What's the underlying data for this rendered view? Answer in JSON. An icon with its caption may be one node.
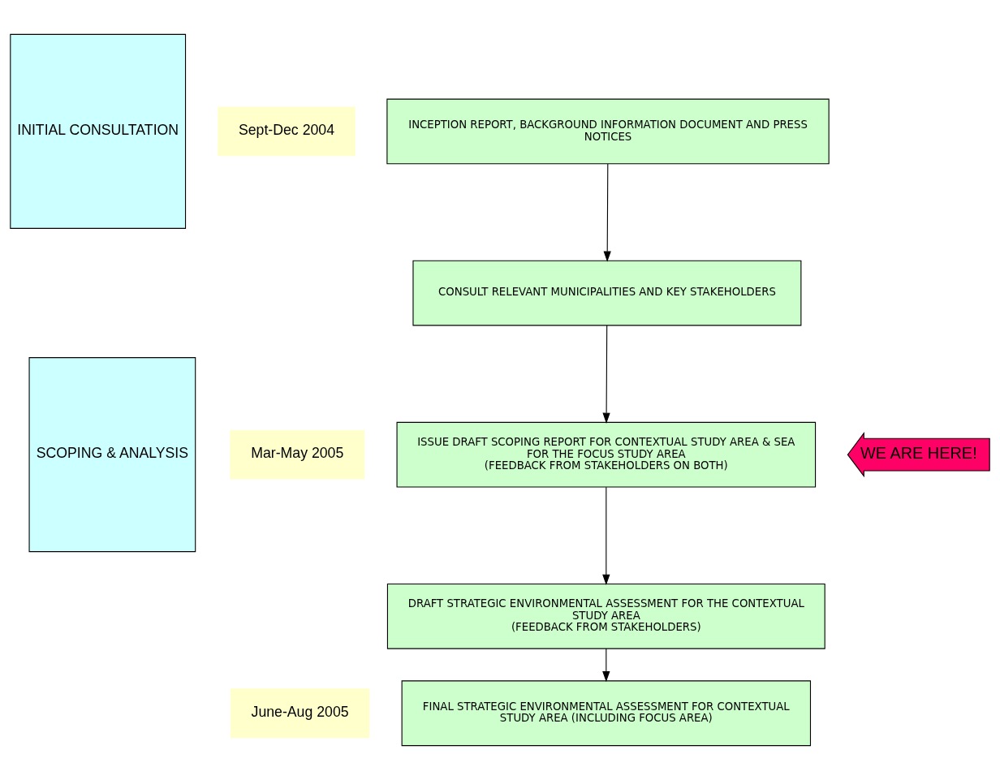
{
  "diagram": {
    "nodes": [
      {
        "text": [
          "INITIAL CONSULTATION"
        ]
      },
      {
        "text": [
          "SCOPING & ANALYSIS"
        ]
      },
      {
        "text": [
          "Sept-Dec 2004"
        ]
      },
      {
        "text": [
          "INCEPTION REPORT, BACKGROUND INFORMATION DOCUMENT AND PRESS NOTICES"
        ]
      },
      {
        "text": [
          "CONSULT RELEVANT MUNICIPALITIES AND KEY STAKEHOLDERS"
        ]
      },
      {
        "text": [
          "ISSUE DRAFT SCOPING REPORT FOR CONTEXTUAL STUDY AREA & SEA FOR THE FOCUS STUDY AREA",
          "(FEEDBACK FROM STAKEHOLDERS ON BOTH)"
        ]
      },
      {
        "text": [
          "Mar-May 2005"
        ]
      },
      {
        "text": [
          "DRAFT STRATEGIC ENVIRONMENTAL ASSESSMENT FOR THE CONTEXTUAL STUDY AREA",
          "(FEEDBACK FROM STAKEHOLDERS)"
        ]
      },
      {
        "text": [
          "June-Aug 2005"
        ]
      },
      {
        "text": [
          "FINAL STRATEGIC ENVIRONMENTAL ASSESSMENT FOR CONTEXTUAL STUDY AREA (INCLUDING FOCUS AREA)"
        ]
      },
      {
        "text": [
          "WE ARE HERE!"
        ]
      }
    ],
    "edges": [
      {
        "from": 3,
        "to": 4,
        "arrow": "to"
      },
      {
        "from": 4,
        "to": 5,
        "arrow": "to"
      },
      {
        "from": 5,
        "to": 7,
        "arrow": "to"
      },
      {
        "from": 7,
        "to": 9,
        "arrow": "to"
      }
    ]
  }
}
